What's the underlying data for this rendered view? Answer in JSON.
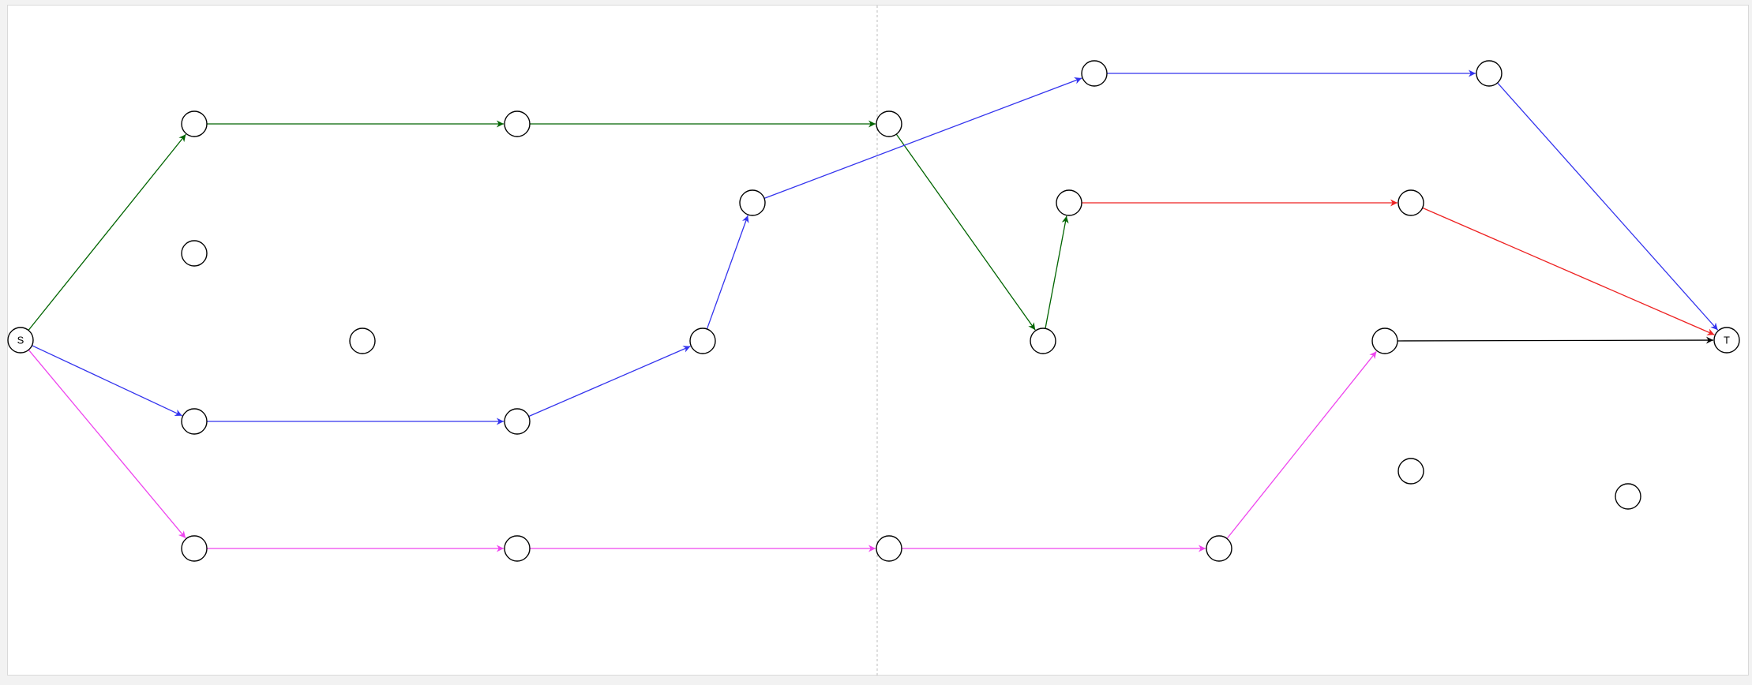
{
  "colors": {
    "green": "#006400",
    "blue": "#3333ee",
    "magenta": "#ee44ee",
    "red": "#ee2222",
    "black": "#000000"
  },
  "nodes": {
    "S": {
      "label": "S"
    },
    "T": {
      "label": "T"
    },
    "g1": {
      "label": ""
    },
    "g2": {
      "label": ""
    },
    "g3": {
      "label": ""
    },
    "g4": {
      "label": ""
    },
    "g5": {
      "label": ""
    },
    "b1": {
      "label": ""
    },
    "b2": {
      "label": ""
    },
    "b3": {
      "label": ""
    },
    "b4": {
      "label": ""
    },
    "b5": {
      "label": ""
    },
    "b6": {
      "label": ""
    },
    "m1": {
      "label": ""
    },
    "m2": {
      "label": ""
    },
    "m3": {
      "label": ""
    },
    "m4": {
      "label": ""
    },
    "r1": {
      "label": ""
    },
    "k1": {
      "label": ""
    },
    "iso1": {
      "label": ""
    },
    "iso2": {
      "label": ""
    },
    "iso3": {
      "label": ""
    },
    "iso4": {
      "label": ""
    }
  },
  "edges": [
    {
      "from": "S",
      "to": "g1",
      "color": "green"
    },
    {
      "from": "g1",
      "to": "g2",
      "color": "green"
    },
    {
      "from": "g2",
      "to": "g3",
      "color": "green"
    },
    {
      "from": "g3",
      "to": "g4",
      "color": "green"
    },
    {
      "from": "g4",
      "to": "g5",
      "color": "green"
    },
    {
      "from": "g5",
      "to": "r1",
      "color": "red"
    },
    {
      "from": "r1",
      "to": "T",
      "color": "red"
    },
    {
      "from": "S",
      "to": "b1",
      "color": "blue"
    },
    {
      "from": "b1",
      "to": "b2",
      "color": "blue"
    },
    {
      "from": "b2",
      "to": "b3",
      "color": "blue"
    },
    {
      "from": "b3",
      "to": "b4",
      "color": "blue"
    },
    {
      "from": "b4",
      "to": "b5",
      "color": "blue"
    },
    {
      "from": "b5",
      "to": "b6",
      "color": "blue"
    },
    {
      "from": "b6",
      "to": "T",
      "color": "blue"
    },
    {
      "from": "S",
      "to": "m1",
      "color": "magenta"
    },
    {
      "from": "m1",
      "to": "m2",
      "color": "magenta"
    },
    {
      "from": "m2",
      "to": "m3",
      "color": "magenta"
    },
    {
      "from": "m3",
      "to": "m4",
      "color": "magenta"
    },
    {
      "from": "m4",
      "to": "k1",
      "color": "magenta"
    },
    {
      "from": "k1",
      "to": "T",
      "color": "black"
    }
  ]
}
